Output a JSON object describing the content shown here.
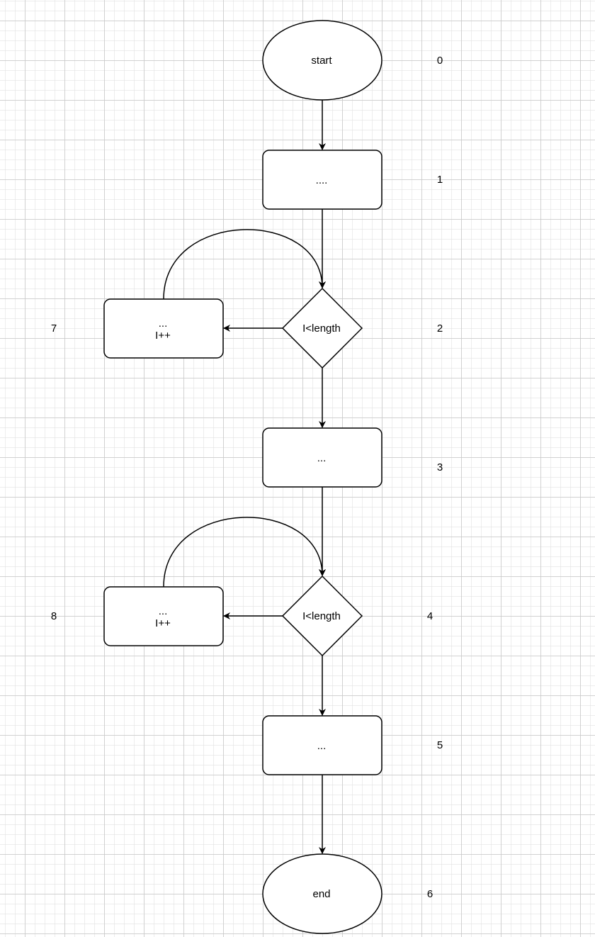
{
  "nodes": {
    "start": "start",
    "step1": "....",
    "cond1": "I<length",
    "loop1_line1": "...",
    "loop1_line2": "I++",
    "step3": "...",
    "cond2": "I<length",
    "loop2_line1": "...",
    "loop2_line2": "I++",
    "step5": "...",
    "end": "end"
  },
  "labels": {
    "n0": "0",
    "n1": "1",
    "n2": "2",
    "n3": "3",
    "n4": "4",
    "n5": "5",
    "n6": "6",
    "n7": "7",
    "n8": "8"
  }
}
